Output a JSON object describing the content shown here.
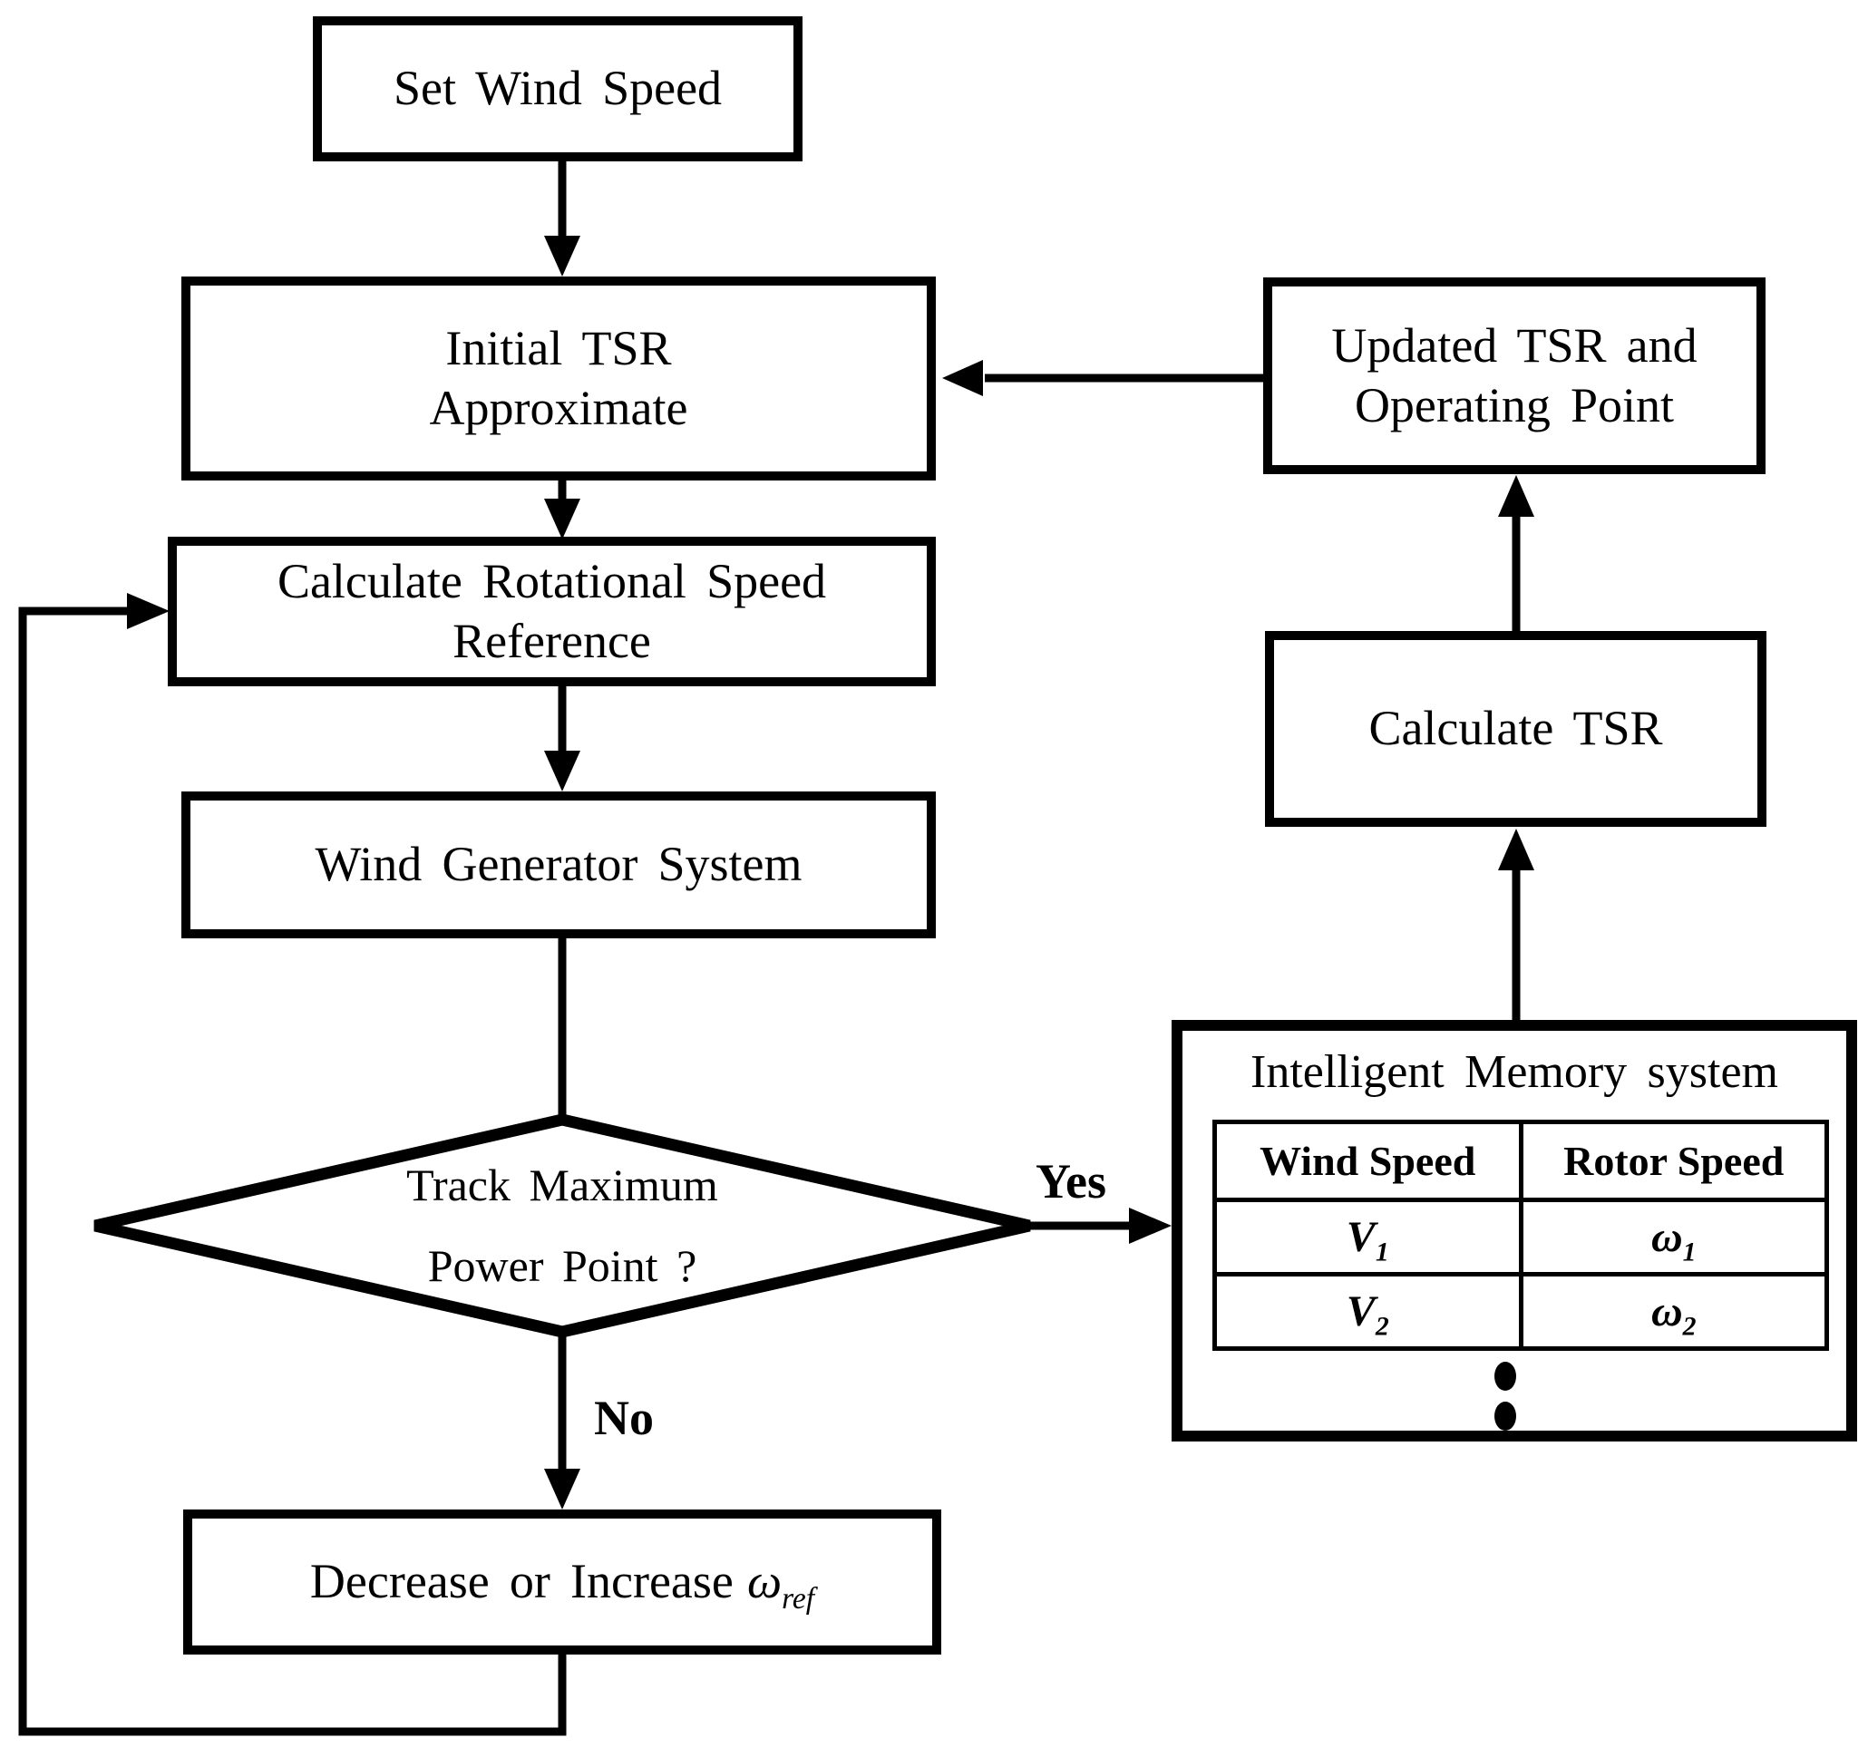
{
  "nodes": {
    "set_wind_speed": {
      "label": "Set Wind Speed"
    },
    "initial_tsr": {
      "line1": "Initial TSR",
      "line2": "Approximate"
    },
    "calc_rotational": {
      "line1": "Calculate Rotational Speed",
      "line2": "Reference"
    },
    "wind_generator": {
      "label": "Wind Generator System"
    },
    "decision": {
      "line1": "Track Maximum",
      "line2": "Power Point ?"
    },
    "decrease_increase": {
      "text": "Decrease or Increase",
      "symbol": "ω",
      "symbol_sub": "ref"
    },
    "updated_tsr": {
      "line1": "Updated TSR and",
      "line2": "Operating Point"
    },
    "calculate_tsr": {
      "label": "Calculate TSR"
    },
    "memory": {
      "title": "Intelligent Memory system",
      "headers": [
        "Wind Speed",
        "Rotor Speed"
      ],
      "rows": [
        [
          {
            "base": "V",
            "sub": "1"
          },
          {
            "base": "ω",
            "sub": "1"
          }
        ],
        [
          {
            "base": "V",
            "sub": "2"
          },
          {
            "base": "ω",
            "sub": "2"
          }
        ]
      ],
      "ellipsis_icon": "vertical-dots"
    }
  },
  "edges": {
    "yes_label": "Yes",
    "no_label": "No"
  },
  "colors": {
    "line": "#000000",
    "background": "#ffffff",
    "text": "#000000"
  }
}
